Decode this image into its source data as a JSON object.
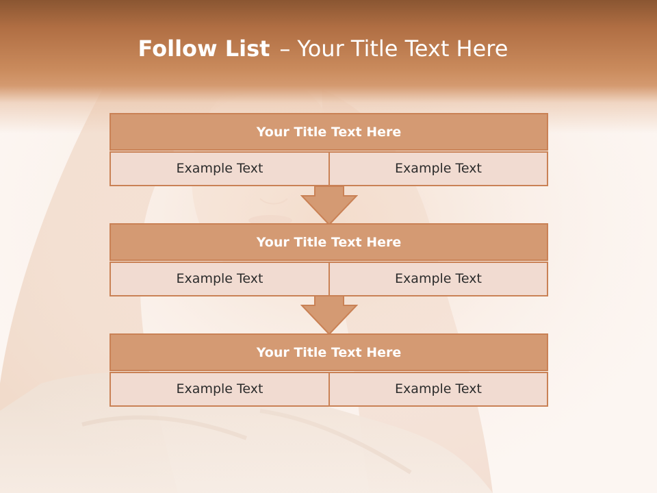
{
  "header": {
    "title_bold": "Follow List",
    "title_separator": "–",
    "title_rest": "Your Title Text Here"
  },
  "blocks": [
    {
      "title": "Your Title Text Here",
      "left_text": "Example Text",
      "right_text": "Example Text"
    },
    {
      "title": "Your Title Text Here",
      "left_text": "Example Text",
      "right_text": "Example Text"
    },
    {
      "title": "Your Title Text Here",
      "left_text": "Example Text",
      "right_text": "Example Text"
    }
  ],
  "colors": {
    "header_band": "#b06e43",
    "block_title_fill": "#d49a73",
    "block_border": "#c98155",
    "cell_fill": "#f1dbd1",
    "arrow_fill": "#d49a73"
  },
  "icons": {
    "arrow": "down-arrow-icon"
  }
}
